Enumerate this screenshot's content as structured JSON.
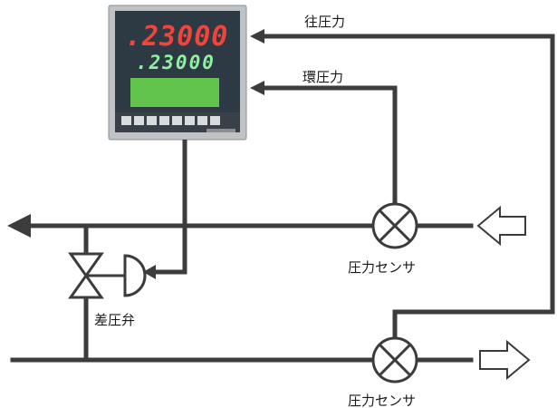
{
  "labels": {
    "forward_pressure": "往圧力",
    "return_pressure": "環圧力",
    "sensor_top": "圧力センサ",
    "sensor_bottom": "圧力センサ",
    "valve": "差圧弁"
  },
  "controller": {
    "pv_display": ".23000",
    "sv_display": ".23000"
  },
  "colors": {
    "line": "#3c3c3c",
    "panel": "#2e3a43",
    "pv_red": "#f0453a",
    "sv_green": "#8ef0a0",
    "lcd_green": "#62c44c"
  }
}
